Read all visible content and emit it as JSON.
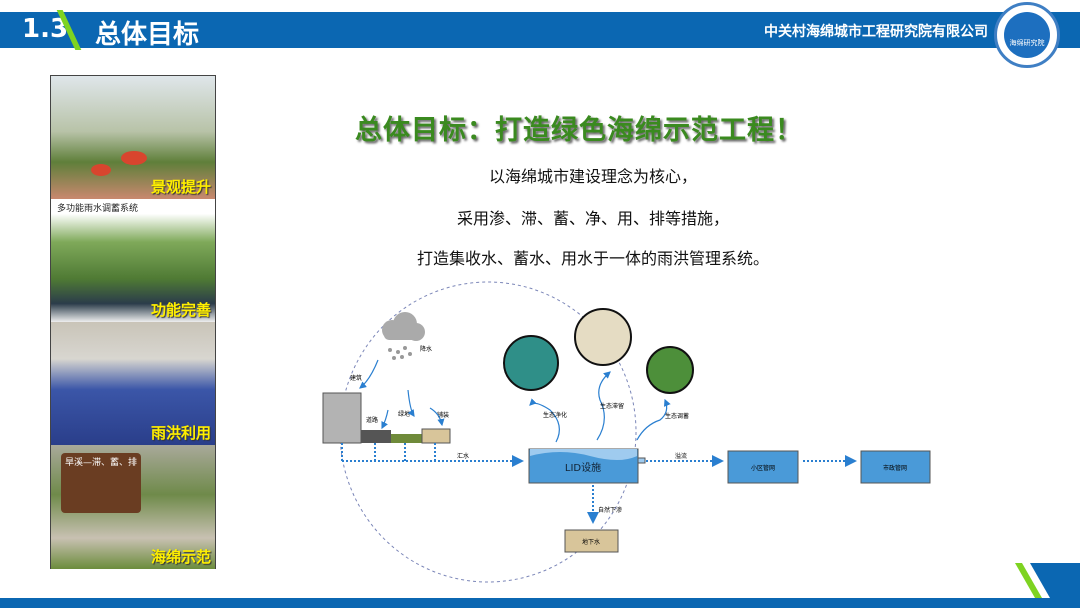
{
  "header": {
    "section_number": "1.3",
    "section_title": "总体目标",
    "organization": "中关村海绵城市工程研究院有限公司",
    "logo_text": "海绵研究院"
  },
  "photos": [
    {
      "label": "景观提升"
    },
    {
      "label": "功能完善",
      "caption": "多功能雨水调蓄系统"
    },
    {
      "label": "雨洪利用"
    },
    {
      "label": "海绵示范",
      "sign_text": "旱溪—滞、蓄、排"
    }
  ],
  "main": {
    "title": "总体目标：打造绿色海绵示范工程！",
    "lines": [
      "以海绵城市建设理念为核心，",
      "采用渗、滞、蓄、净、用、排等措施，",
      "打造集收水、蓄水、用水于一体的雨洪管理系统。"
    ]
  },
  "diagram": {
    "rain": "降水",
    "building": "建筑",
    "road": "道路",
    "green": "绿地",
    "paving": "铺装",
    "collect": "汇水",
    "lid": "LID设施",
    "purify": "生态净化",
    "retain": "生态滞留",
    "regulate": "生态调蓄",
    "overflow": "溢流",
    "community_pipe": "小区管网",
    "municipal_pipe": "市政管网",
    "infiltrate": "自然下渗",
    "groundwater": "地下水"
  },
  "colors": {
    "brand": "#0b67b2",
    "accent": "#7ed321",
    "title_green": "#3a8a1f",
    "label_yellow": "#ffef00"
  }
}
